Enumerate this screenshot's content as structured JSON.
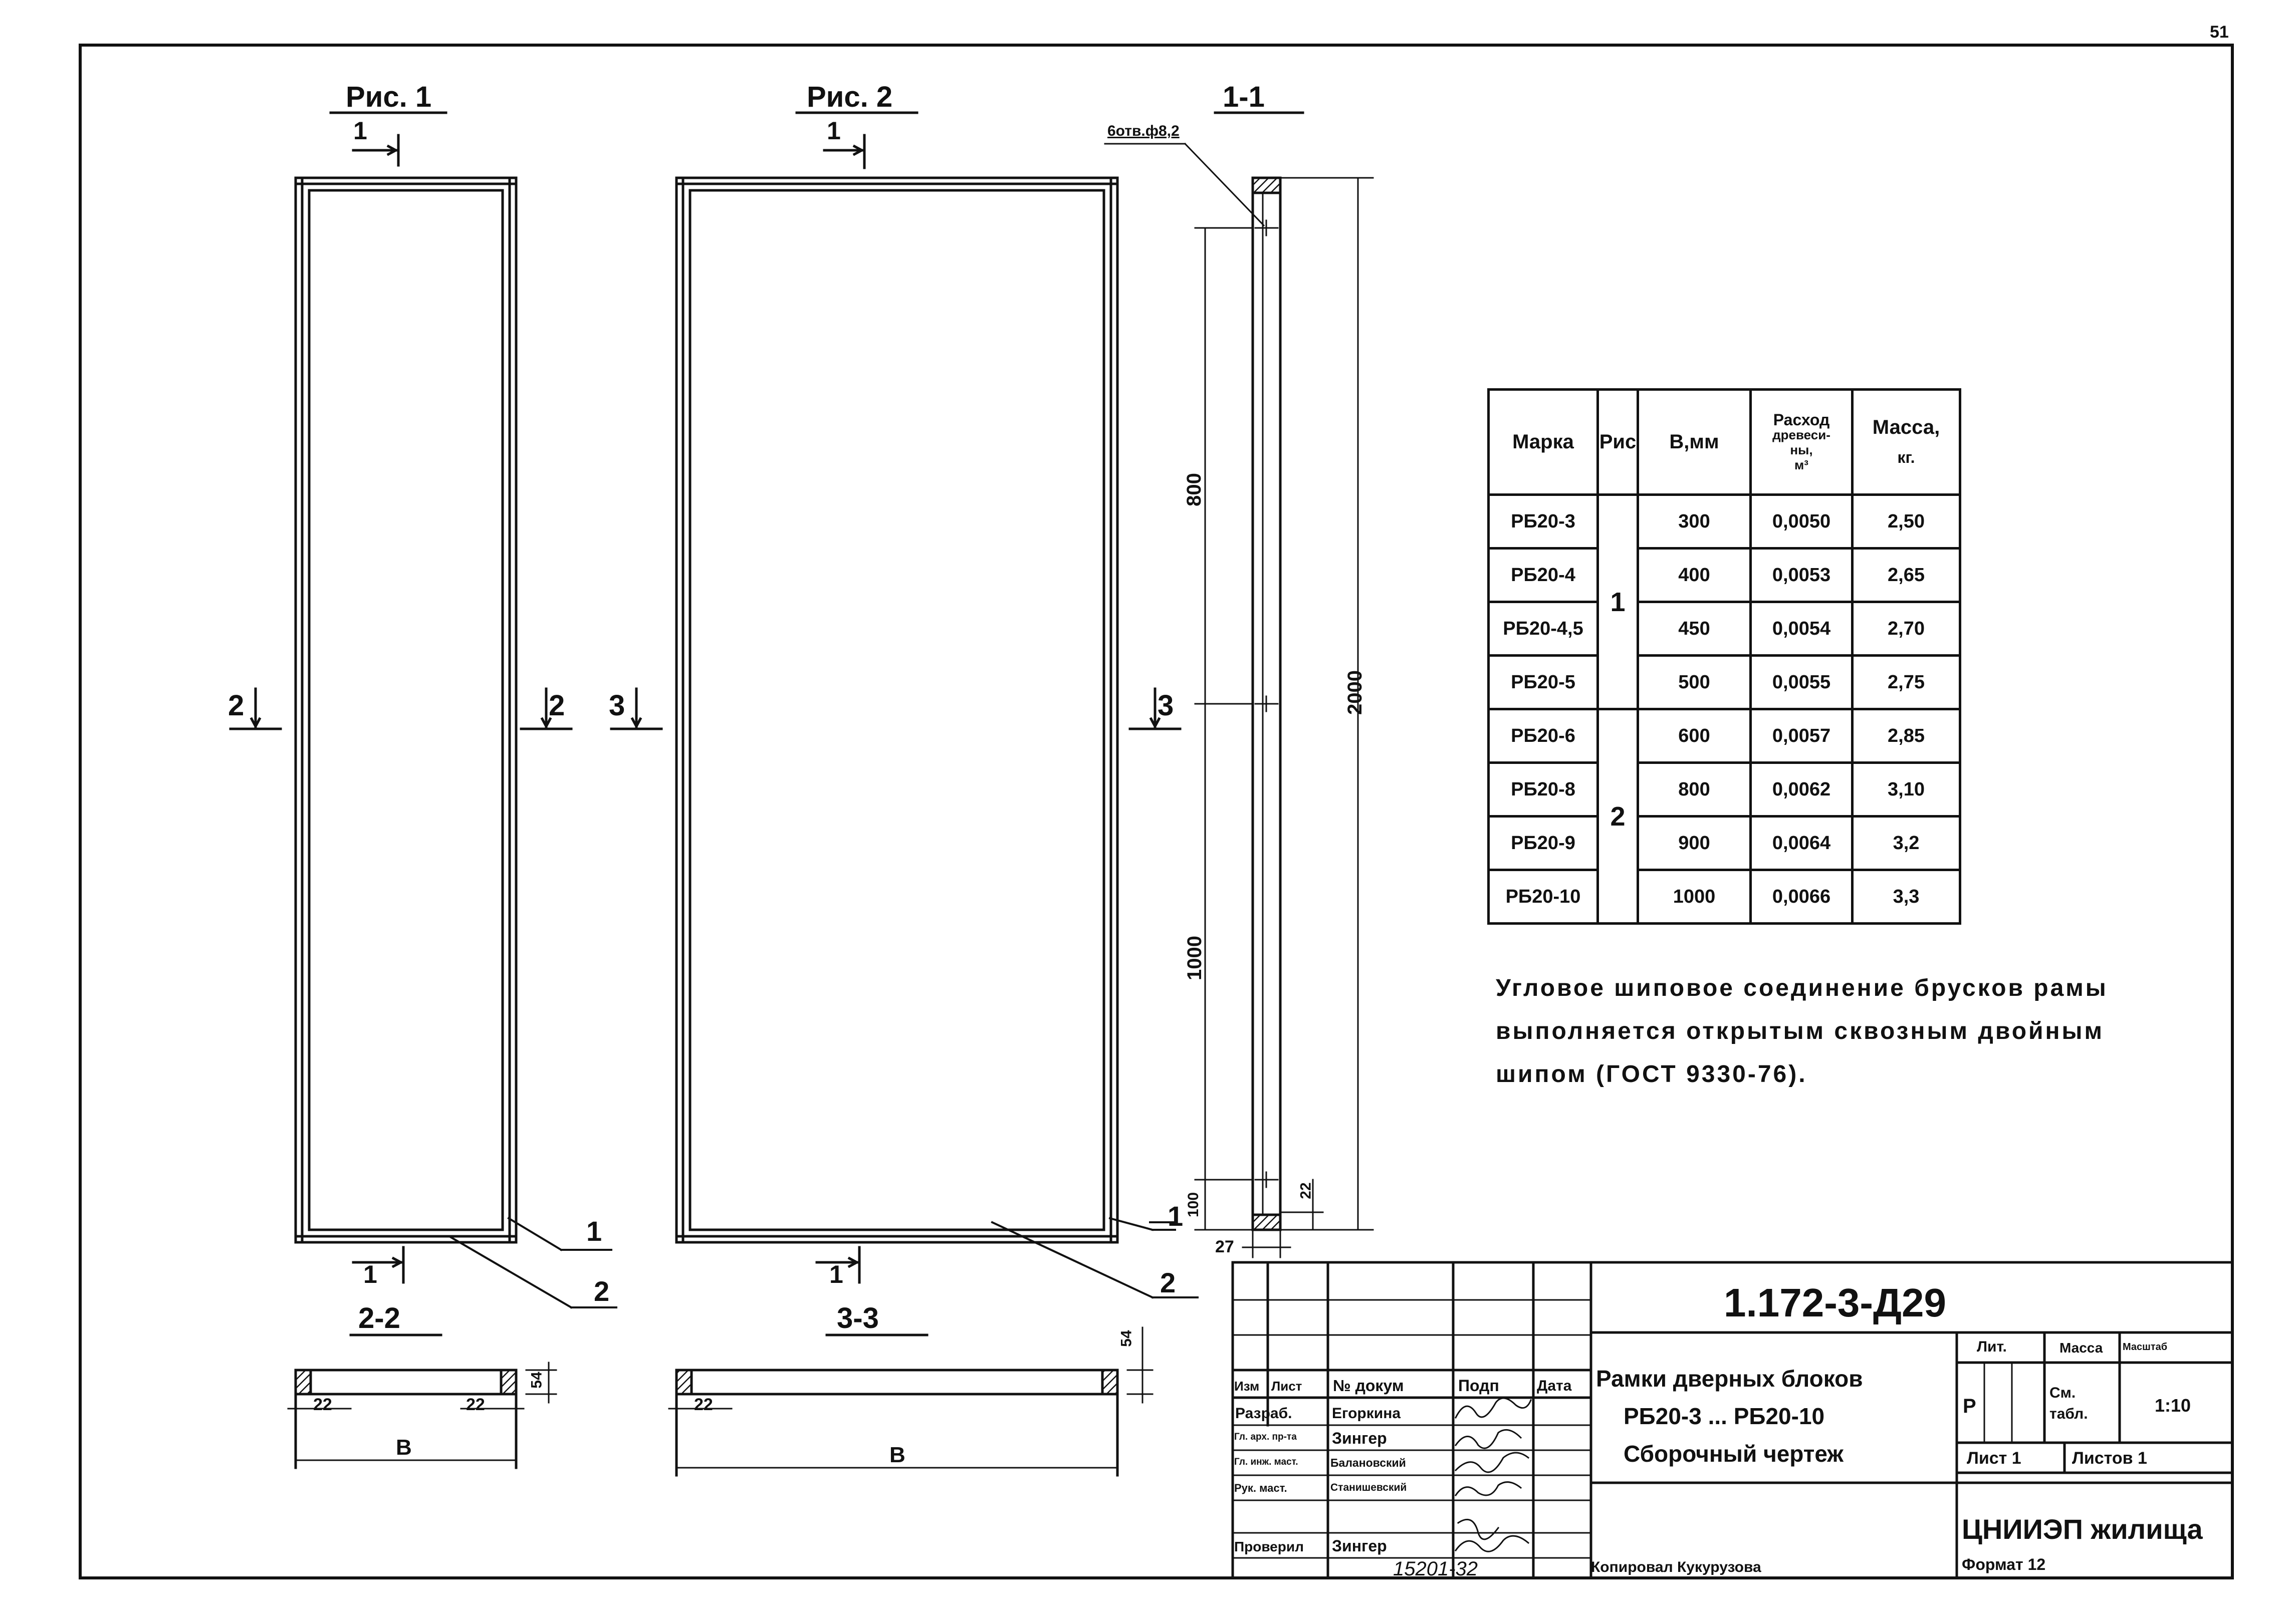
{
  "sheet_number": "51",
  "views": {
    "fig1_title": "Рис. 1",
    "fig2_title": "Рис. 2",
    "section_1_1_title": "1-1",
    "section_2_2_title": "2-2",
    "section_3_3_title": "3-3",
    "cut_1": "1",
    "cut_2": "2",
    "cut_3": "3",
    "leader_1": "1",
    "leader_2": "2",
    "holes_note": "6отв.ф8,2",
    "dim_800": "800",
    "dim_1000": "1000",
    "dim_2000": "2000",
    "dim_100": "100",
    "dim_22": "22",
    "dim_27": "27",
    "dim_54": "54",
    "dim_B": "В"
  },
  "table": {
    "headers": [
      "Марка",
      "Рис",
      "В,мм",
      "Расход древесины, м³",
      "Масса, кг."
    ],
    "header_wood_l1": "Расход",
    "header_wood_l2": "древеси-",
    "header_wood_l3": "ны,",
    "header_wood_l4": "м³",
    "header_mass_l1": "Масса,",
    "header_mass_l2": "кг.",
    "fig_group_1": "1",
    "fig_group_2": "2",
    "rows": [
      {
        "mark": "РБ20-3",
        "b": "300",
        "wood": "0,0050",
        "mass": "2,50"
      },
      {
        "mark": "РБ20-4",
        "b": "400",
        "wood": "0,0053",
        "mass": "2,65"
      },
      {
        "mark": "РБ20-4,5",
        "b": "450",
        "wood": "0,0054",
        "mass": "2,70"
      },
      {
        "mark": "РБ20-5",
        "b": "500",
        "wood": "0,0055",
        "mass": "2,75"
      },
      {
        "mark": "РБ20-6",
        "b": "600",
        "wood": "0,0057",
        "mass": "2,85"
      },
      {
        "mark": "РБ20-8",
        "b": "800",
        "wood": "0,0062",
        "mass": "3,10"
      },
      {
        "mark": "РБ20-9",
        "b": "900",
        "wood": "0,0064",
        "mass": "3,2"
      },
      {
        "mark": "РБ20-10",
        "b": "1000",
        "wood": "0,0066",
        "mass": "3,3"
      }
    ]
  },
  "note": "Угловое шиповое соединение брусков рамы выполняется открытым сквозным двойным шипом (ГОСТ 9330-76).",
  "title_block": {
    "doc_code": "1.172-3-Д29",
    "title_l1": "Рамки дверных блоков",
    "title_l2": "РБ20-3 ... РБ20-10",
    "title_l3": "Сборочный чертеж",
    "lit_label": "Лит.",
    "mass_label": "Масса",
    "scale_label": "Масштаб",
    "lit_value": "Р",
    "mass_value": "См. табл.",
    "scale_value": "1:10",
    "sheet_label": "Лист 1",
    "sheets_label": "Листов 1",
    "org": "ЦНИИЭП жилища",
    "header_izm": "Изм",
    "header_list": "Лист",
    "header_doc": "№ докум",
    "header_sign": "Подп",
    "header_date": "Дата",
    "roles": [
      {
        "role": "Разраб.",
        "name": "Егоркина"
      },
      {
        "role": "Гл. арх. пр-та",
        "name": "Зингер"
      },
      {
        "role": "Гл. инж. маст.",
        "name": "Балановский"
      },
      {
        "role": "Рук. маст.",
        "name": "Станишевский"
      },
      {
        "role": "Проверил",
        "name": "Зингер"
      }
    ],
    "stamp_number": "15201-32",
    "copied_by": "Копировал Кукурузова",
    "format": "Формат 12"
  }
}
